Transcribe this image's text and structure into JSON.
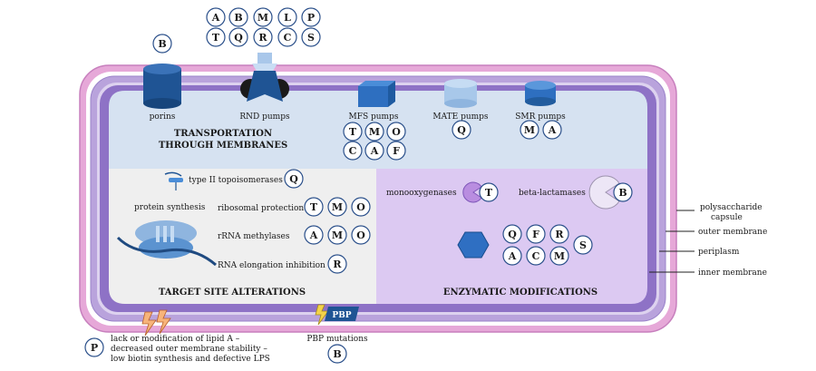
{
  "transport": {
    "heading_line1": "TRANSPORTATION",
    "heading_line2": "THROUGH MEMBRANES",
    "porins": {
      "label": "porins",
      "letters": [
        "B"
      ]
    },
    "rnd": {
      "label": "RND pumps",
      "letters": [
        "A",
        "B",
        "M",
        "L",
        "P",
        "T",
        "Q",
        "R",
        "C",
        "S"
      ]
    },
    "mfs": {
      "label": "MFS pumps",
      "letters": [
        "T",
        "M",
        "O",
        "C",
        "A",
        "F"
      ]
    },
    "mate": {
      "label": "MATE pumps",
      "letters": [
        "Q"
      ]
    },
    "smr": {
      "label": "SMR pumps",
      "letters": [
        "M",
        "A"
      ]
    }
  },
  "target": {
    "heading": "TARGET SITE ALTERATIONS",
    "topo": {
      "label": "type II topoisomerases",
      "letters": [
        "Q"
      ]
    },
    "protein_synthesis": "protein synthesis",
    "ribosomal": {
      "label": "ribosomal protection",
      "letters": [
        "T",
        "M",
        "O"
      ]
    },
    "rrna": {
      "label": "rRNA methylases",
      "letters": [
        "A",
        "M",
        "O"
      ]
    },
    "elongation": {
      "label": "RNA elongation inhibition",
      "letters": [
        "R"
      ]
    }
  },
  "enzymatic": {
    "heading": "ENZYMATIC MODIFICATIONS",
    "mono": {
      "label": "monooxygenases",
      "letters": [
        "T"
      ]
    },
    "beta": {
      "label": "beta-lactamases",
      "letters": [
        "B"
      ]
    },
    "other_letters": [
      "Q",
      "F",
      "R",
      "S",
      "A",
      "C",
      "M"
    ]
  },
  "layers": {
    "capsule_line1": "polysaccharide",
    "capsule_line2": "capsule",
    "outer": "outer membrane",
    "periplasm": "periplasm",
    "inner": "inner membrane"
  },
  "lps": {
    "line1": "lack or modification of lipid A –",
    "line2": "decreased outer membrane stability –",
    "line3": "low biotin synthesis and defective LPS",
    "letters": [
      "P"
    ]
  },
  "pbp": {
    "tag": "PBP",
    "label": "PBP mutations",
    "letters": [
      "B"
    ]
  },
  "colors": {
    "capsule": "#e6a8d8",
    "outer_membrane": "#b9a3dc",
    "inner_membrane": "#8e72c6",
    "transport_bg": "#d6e2f1",
    "target_bg": "#efefef",
    "enzymatic_bg": "#dcc9f2",
    "porin_blue": "#1f5494",
    "hexagon_blue": "#2f6fc2"
  }
}
